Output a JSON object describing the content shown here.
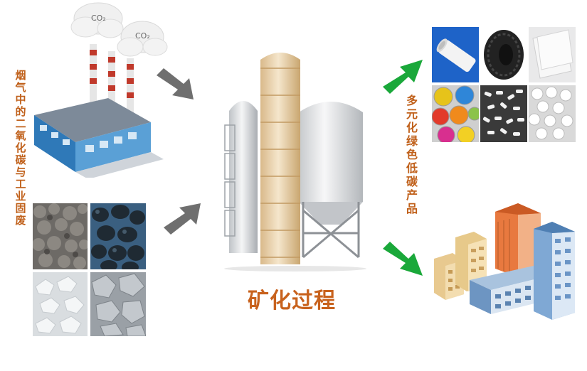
{
  "left_vertical_label": "烟气中的二氧化碳与工业固废",
  "right_vertical_label": "多元化绿色低碳产品",
  "center_label": "矿化过程",
  "co2_labels": [
    "CO₂",
    "CO₂"
  ],
  "icons": {
    "factory": "factory-icon",
    "waste_tiles": [
      "slag-tile-icon",
      "coal-tile-icon",
      "lime-tile-icon",
      "rock-tile-icon"
    ],
    "reactor": "mineralization-reactor-icon",
    "products": [
      "pipe-icon",
      "tire-icon",
      "board-icon",
      "paint-cans-icon",
      "pellets-icon",
      "balls-icon"
    ],
    "buildings": "buildings-icon",
    "arrows": [
      "gray-arrow-icon",
      "gray-arrow-icon",
      "green-arrow-icon",
      "green-arrow-icon"
    ]
  },
  "colors": {
    "label_orange": "#c0601a",
    "arrow_gray": "#6f6f6f",
    "arrow_green": "#1aa83a"
  }
}
